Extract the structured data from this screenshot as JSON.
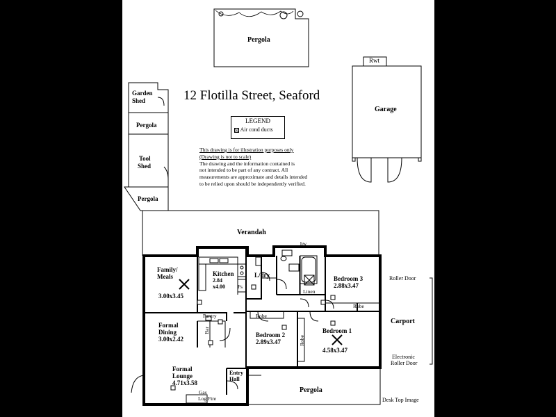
{
  "title": "12 Flotilla Street,  Seaford",
  "legend": {
    "heading": "LEGEND",
    "item": "Air cond ducts"
  },
  "disclaimer": {
    "line1": "This drawing is for illustration purposes only",
    "line2": "(Drawing is not to scale)",
    "line3": "The drawing and the information contained is",
    "line4": "not intended to be part of any contract.  All",
    "line5": "measurements are approximate and details intended",
    "line6": "to be relied upon should be independently verified."
  },
  "outbuildings": {
    "pergola_top": "Pergola",
    "garden_shed_1": "Garden",
    "garden_shed_2": "Shed",
    "pergola_mid": "Pergola",
    "tool_shed_1": "Tool",
    "tool_shed_2": "Shed",
    "pergola_side": "Pergola",
    "rwt": "Rwt",
    "garage": "Garage"
  },
  "rooms": {
    "verandah": "Verandah",
    "family_1": "Family/",
    "family_2": "Meals",
    "family_size": "3.00x3.45",
    "kitchen": "Kitchen",
    "kitchen_size_1": "2.84",
    "kitchen_size_2": "x4.00",
    "fs": "Fs",
    "ldry": "L/dry",
    "hw": "hw",
    "linen": "Linen",
    "bed3": "Bedroom 3",
    "bed3_size": "2.88x3.47",
    "robe_bed3": "Robe",
    "pantry": "Pantry",
    "bar": "Bar",
    "dining_1": "Formal",
    "dining_2": "Dining",
    "dining_size": "3.00x2.42",
    "robe_bed2": "Robe",
    "bed2": "Bedroom 2",
    "bed2_size": "2.89x3.47",
    "robe_bed1": "Robe",
    "bed1": "Bedroom 1",
    "bed1_size": "4.58x3.47",
    "lounge_1": "Formal",
    "lounge_2": "Lounge",
    "lounge_size": "4.71x3.58",
    "entry_1": "Entry",
    "entry_2": "Hall",
    "gas": "Gas",
    "log_fire": "Log Fire",
    "pergola_bottom": "Pergola"
  },
  "carport": {
    "roller_door": "Roller Door",
    "label": "Carport",
    "electronic_1": "Electronic",
    "electronic_2": "Roller Door"
  },
  "footer": "Desk Top Image"
}
